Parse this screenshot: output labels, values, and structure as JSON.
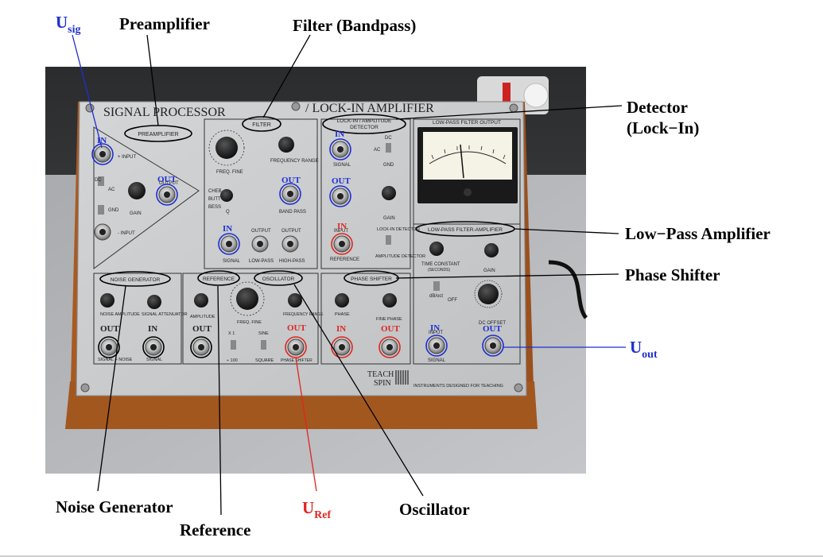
{
  "annotations": {
    "u_sig": {
      "main": "U",
      "sub": "sig"
    },
    "preamplifier": "Preamplifier",
    "filter_bandpass": "Filter (Bandpass)",
    "detector_line1": "Detector",
    "detector_line2": "(Lock−In)",
    "lowpass_amplifier": "Low−Pass Amplifier",
    "phase_shifter": "Phase Shifter",
    "u_out": {
      "main": "U",
      "sub": "out"
    },
    "noise_generator": "Noise Generator",
    "reference": "Reference",
    "u_ref": {
      "main": "U",
      "sub": "Ref"
    },
    "oscillator": "Oscillator"
  },
  "panel": {
    "title_left": "SIGNAL PROCESSOR",
    "title_right": "/ LOCK-IN AMPLIFIER",
    "sections": {
      "preamplifier": "PREAMPLIFIER",
      "filter": "FILTER",
      "lockin_line1": "LOCK-IN / AMPLITUDE",
      "lockin_line2": "DETECTOR",
      "meter": "LOW-PASS FILTER OUTPUT",
      "lowpass_amp": "LOW-PASS FILTER-AMPLIFIER",
      "noise_generator": "NOISE GENERATOR",
      "reference": "REFERENCE",
      "oscillator": "OSCILLATOR",
      "phase_shifter": "PHASE SHIFTER"
    },
    "labels": {
      "pre_input_plus": "+ INPUT",
      "pre_input_minus": "- INPUT",
      "pre_output": "OUTPUT",
      "pre_gain": "GAIN",
      "pre_dc": "DC",
      "pre_ac": "AC",
      "pre_gnd": "GND",
      "freq_fine": "FREQ. FINE",
      "freq_range": "FREQUENCY RANGE",
      "cheb": "CHEB",
      "butt": "BUTT",
      "bess": "BESS",
      "q": "Q",
      "band_pass": "BAND PASS",
      "signal": "SIGNAL",
      "low_pass": "LOW-PASS",
      "high_pass": "HIGH-PASS",
      "output": "OUTPUT",
      "input": "INPUT",
      "dc": "DC",
      "ac": "AC",
      "gnd": "GND",
      "gain": "GAIN",
      "lockin_detector": "LOCK-IN DETECTOR",
      "amplitude_detector": "AMPLITUDE DETECTOR",
      "reference_lbl": "REFERENCE",
      "time_constant": "TIME CONSTANT",
      "seconds": "(SECONDS)",
      "db_oct": "dB/oct",
      "off": "OFF",
      "dc_offset": "DC OFFSET",
      "noise_amplitude": "NOISE AMPLITUDE",
      "signal_attenuator": "SIGNAL ATTENUATOR",
      "signal_noise": "SIGNAL + NOISE",
      "amplitude": "AMPLITUDE",
      "x1": "X 1",
      "x100": "÷ 100",
      "sine": "SINE",
      "square": "SQUARE",
      "frequency_range": "FREQUENCY RANGE",
      "phase_shifter_out": "PHASE SHIFTER",
      "phase": "PHASE",
      "fine_phase": "FINE PHASE",
      "teach": "TEACH",
      "spin": "SPIN",
      "instruments": "INSTRUMENTS DESIGNED FOR TEACHING"
    },
    "marks": {
      "in": "IN",
      "out": "OUT"
    }
  },
  "colors": {
    "blue": "#1f2fd0",
    "red": "#e0261f",
    "panel": "#c9cbcd",
    "wood": "#b8682a",
    "background": "#3a3b3d"
  }
}
